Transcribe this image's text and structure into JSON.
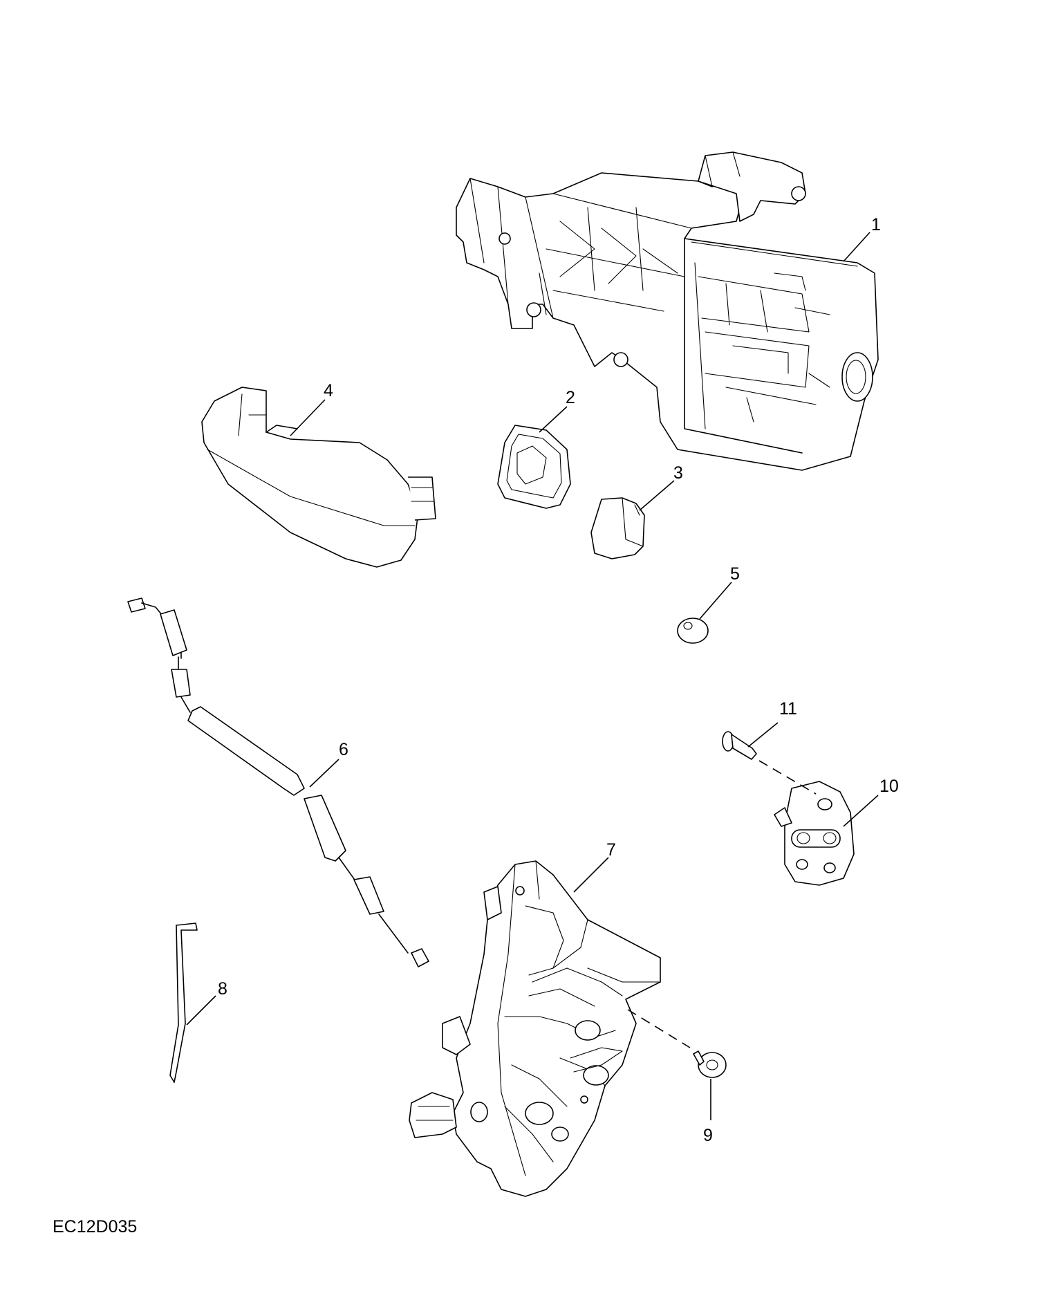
{
  "reference_code": "EC12D035",
  "callouts": [
    {
      "id": "1",
      "label": "1"
    },
    {
      "id": "2",
      "label": "2"
    },
    {
      "id": "3",
      "label": "3"
    },
    {
      "id": "4",
      "label": "4"
    },
    {
      "id": "5",
      "label": "5"
    },
    {
      "id": "6",
      "label": "6"
    },
    {
      "id": "7",
      "label": "7"
    },
    {
      "id": "8",
      "label": "8"
    },
    {
      "id": "9",
      "label": "9"
    },
    {
      "id": "10",
      "label": "10"
    },
    {
      "id": "11",
      "label": "11"
    }
  ]
}
